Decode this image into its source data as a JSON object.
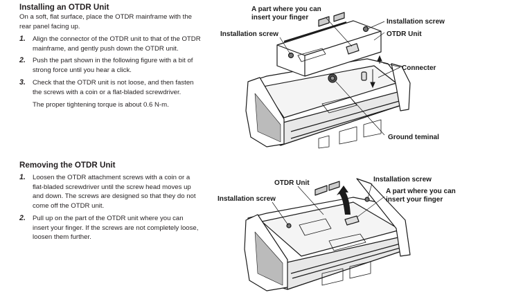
{
  "installing": {
    "heading": "Installing an OTDR Unit",
    "intro": "On a soft, flat surface, place the OTDR mainframe with the rear panel facing up.",
    "steps": [
      {
        "num": "1.",
        "text": "Align the connector of the OTDR unit to that of the OTDR mainframe, and gently push down the OTDR unit."
      },
      {
        "num": "2.",
        "text": "Push the part shown in the following figure with a bit of strong force until you hear a click."
      },
      {
        "num": "3.",
        "text": "Check that the OTDR unit is not loose, and then fasten the screws with a coin or a flat-bladed screwdriver.",
        "note": "The proper tightening torque is about 0.6 N-m."
      }
    ],
    "figure_labels": {
      "finger_line1": "A part where you can",
      "finger_line2": "insert your finger",
      "screw_right": "Installation screw",
      "screw_left": "Installation screw",
      "otdr_unit": "OTDR Unit",
      "connector": "Connecter",
      "ground": "Ground teminal"
    }
  },
  "removing": {
    "heading": "Removing the OTDR Unit",
    "steps": [
      {
        "num": "1.",
        "text": "Loosen the OTDR attachment screws with a coin or a flat-bladed screwdriver until the screw head moves up and down. The screws are designed so that they do not come off the OTDR unit."
      },
      {
        "num": "2.",
        "text": "Pull up on the part of the OTDR unit where you can insert your finger. If the screws are not completely loose, loosen them further."
      }
    ],
    "figure_labels": {
      "otdr_unit": "OTDR Unit",
      "screw_right": "Installation screw",
      "screw_left": "Installation screw",
      "finger_line1": "A part where you can",
      "finger_line2": "insert your finger"
    }
  }
}
